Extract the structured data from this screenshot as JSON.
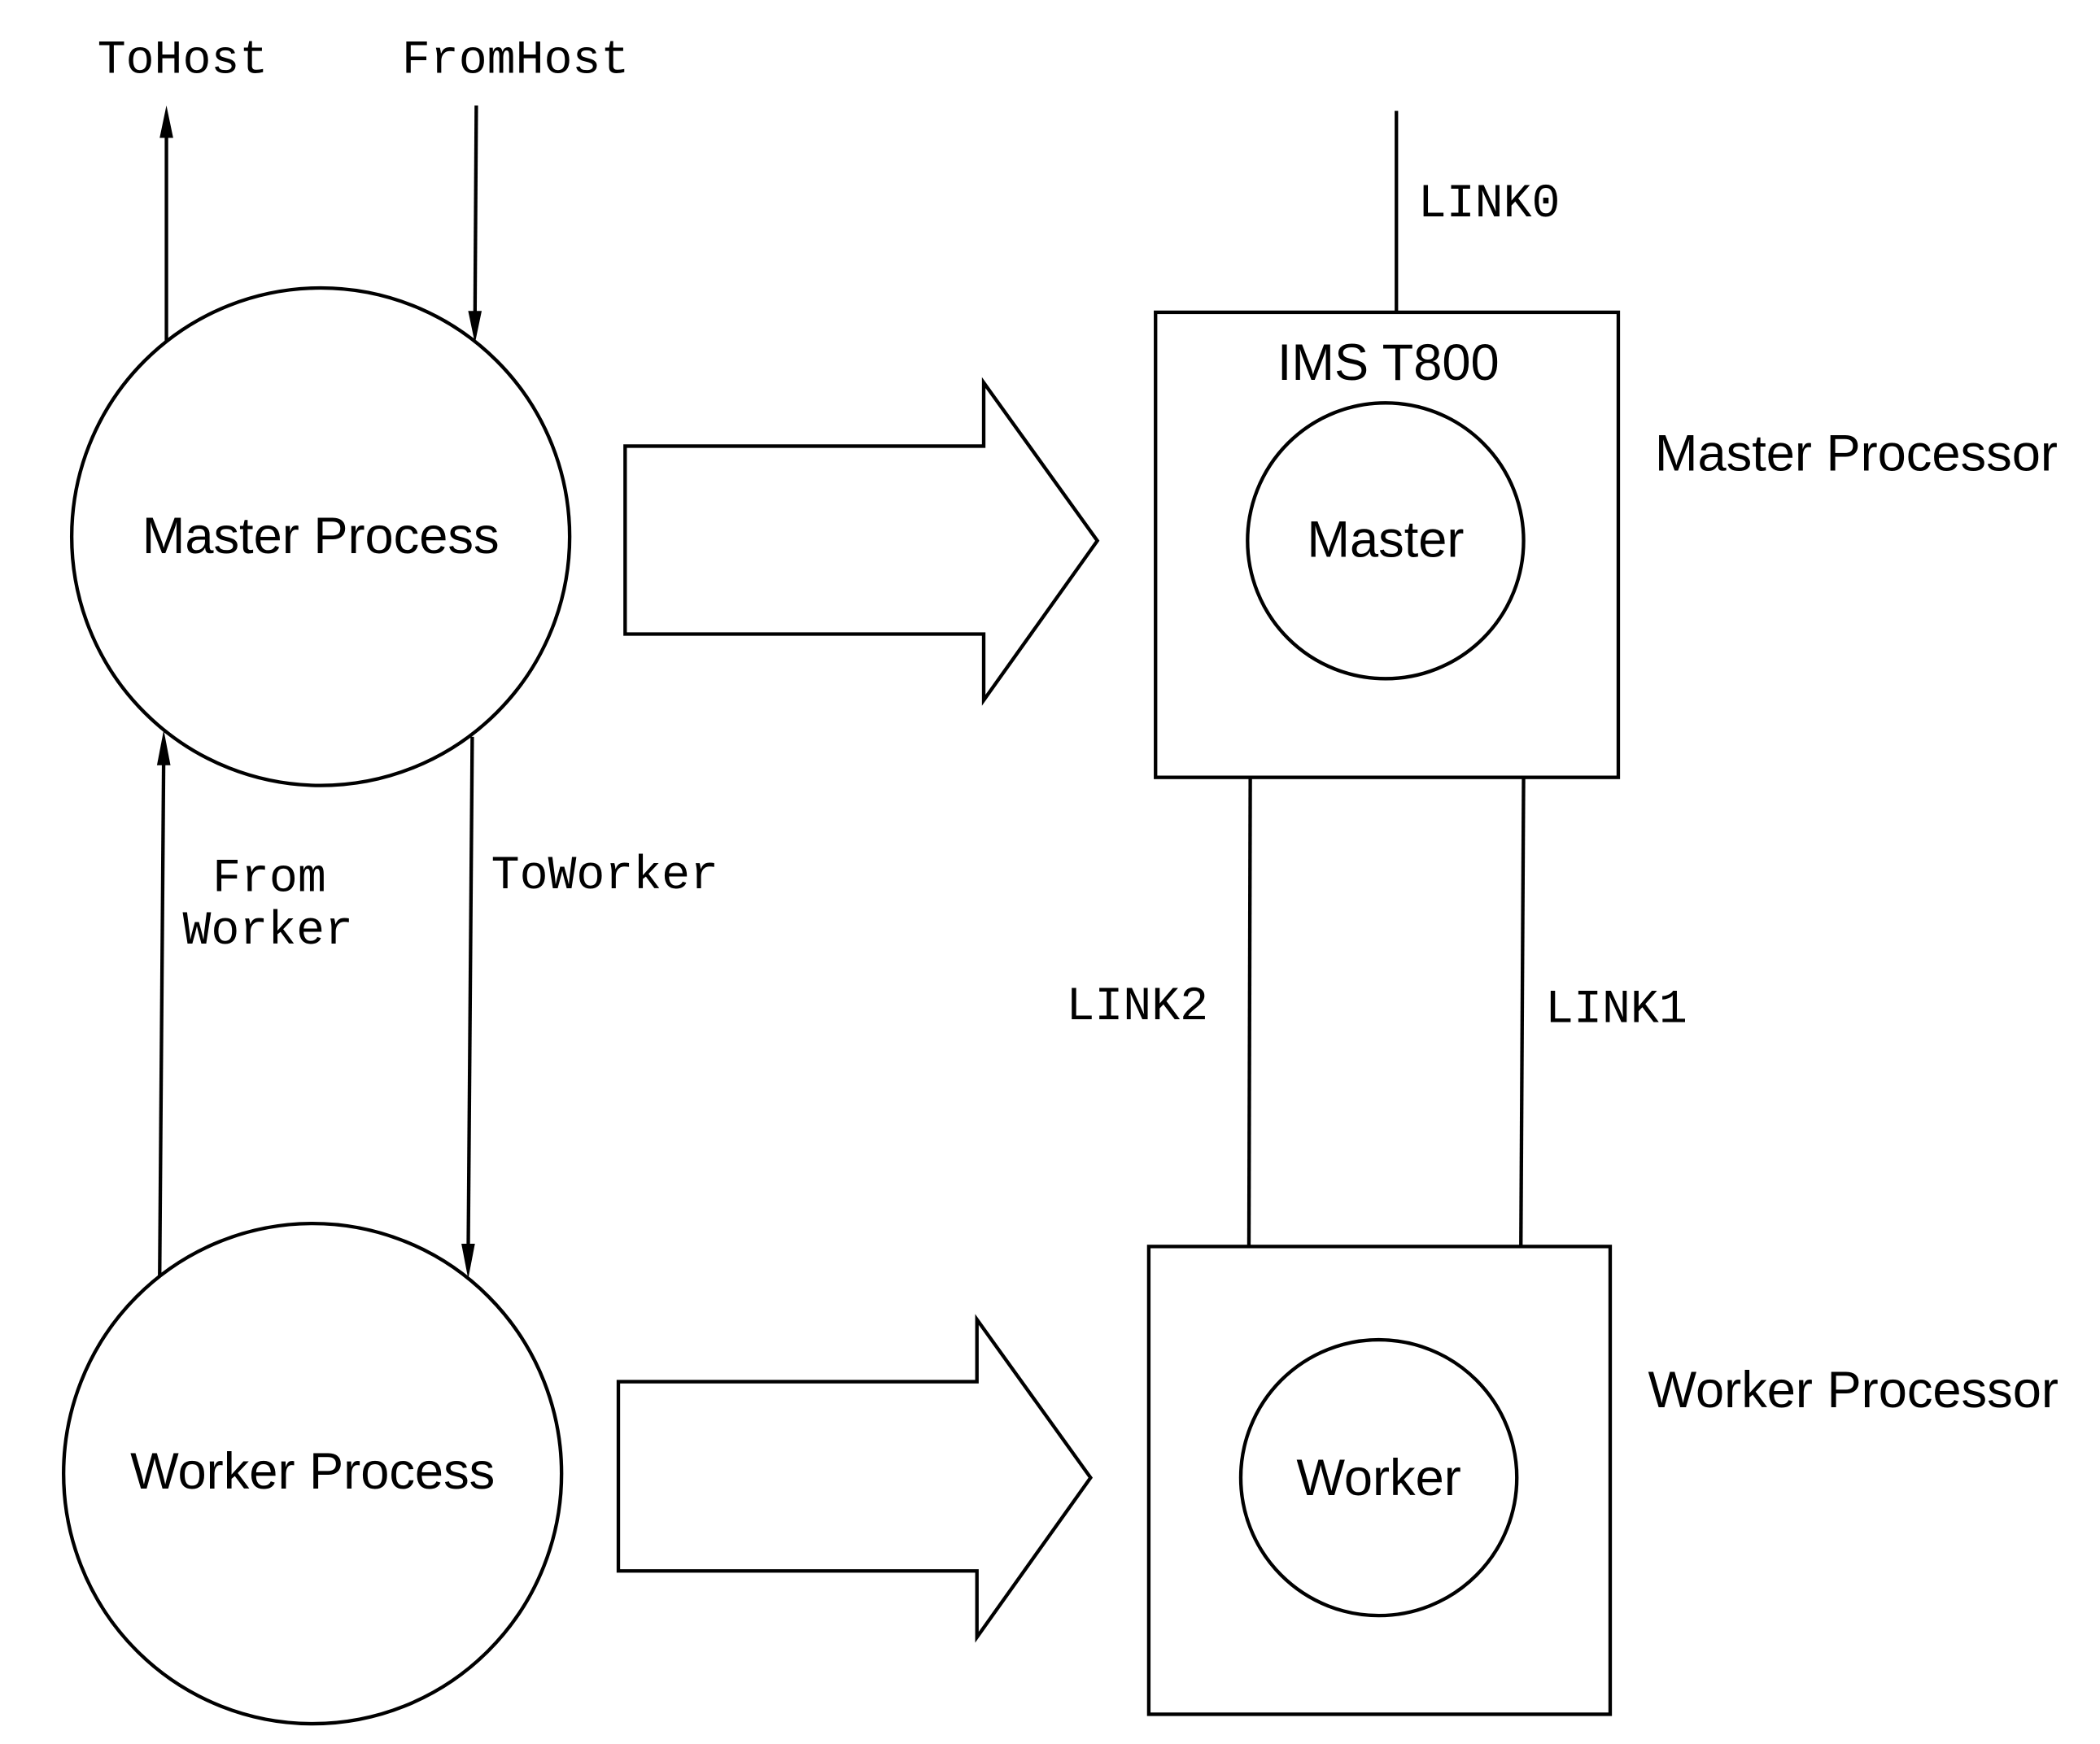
{
  "host_channels": {
    "to_host": "ToHost",
    "from_host": "FromHost"
  },
  "processes": {
    "master": "Master Process",
    "worker": "Worker Process"
  },
  "process_channels": {
    "from_worker_line1": "From",
    "from_worker_line2": "Worker",
    "to_worker": "ToWorker"
  },
  "processors": {
    "master": {
      "chip": "IMS T800",
      "inner": "Master",
      "label": "Master Processor"
    },
    "worker": {
      "inner": "Worker",
      "label": "Worker Processor"
    }
  },
  "links": {
    "link0": "LINK0",
    "link1": "LINK1",
    "link2": "LINK2"
  },
  "colors": {
    "ink": "#000000",
    "background": "#ffffff"
  }
}
